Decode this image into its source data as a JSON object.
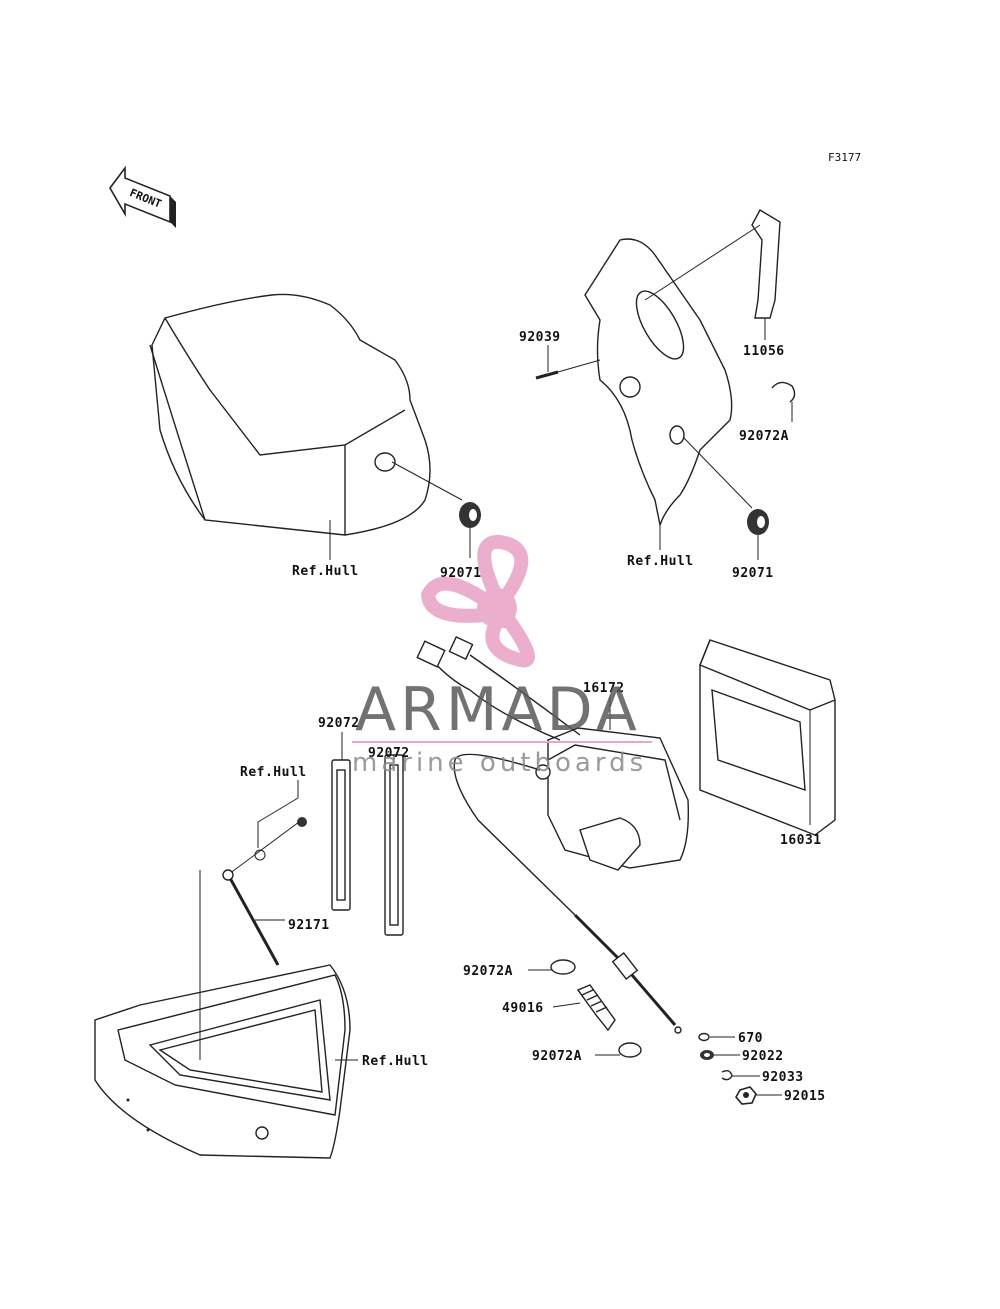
{
  "figure_code": "F3177",
  "front_label": "FRONT",
  "watermark": {
    "brand": "ARMADA",
    "tagline": "marine outboards",
    "logo_color": "#e9a6c8",
    "text_color": "#5a5a5a"
  },
  "labels": {
    "p11056": "11056",
    "p92039": "92039",
    "p92072A_top": "92072A",
    "p92071_left": "92071",
    "p92071_right": "92071",
    "ref_hull_seat": "Ref.Hull",
    "ref_hull_cover": "Ref.Hull",
    "p16172": "16172",
    "p16031": "16031",
    "p92072_a": "92072",
    "p92072_b": "92072",
    "ref_hull_mid": "Ref.Hull",
    "p92171": "92171",
    "p92072A_mid": "92072A",
    "p49016": "49016",
    "p92072A_low": "92072A",
    "p670": "670",
    "p92022": "92022",
    "p92033": "92033",
    "p92015": "92015",
    "ref_hull_bottom": "Ref.Hull"
  }
}
